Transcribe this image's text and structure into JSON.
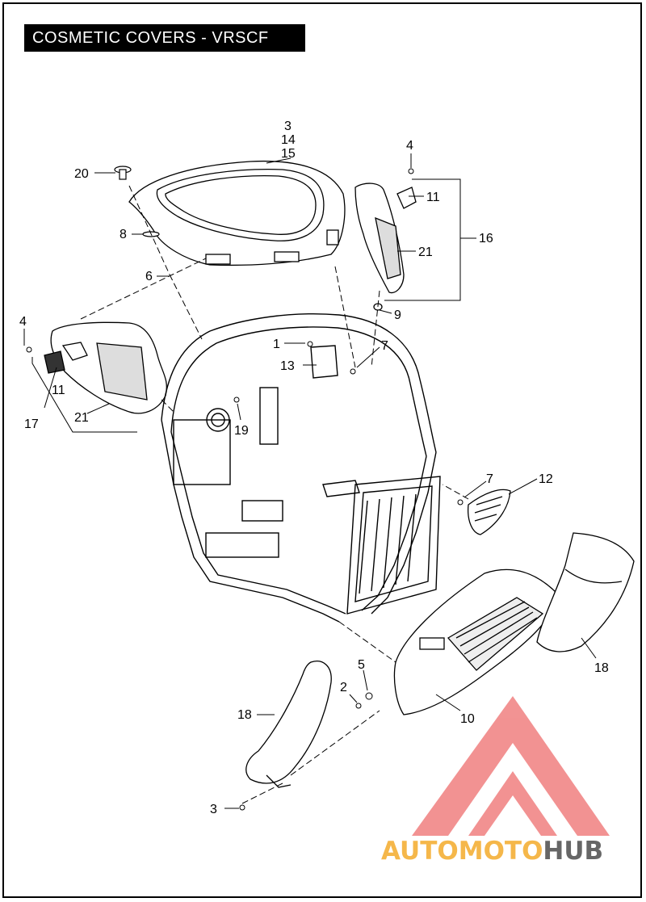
{
  "title": "COSMETIC COVERS - VRSCF",
  "callouts": [
    {
      "id": "c3a",
      "text": "3"
    },
    {
      "id": "c14",
      "text": "14"
    },
    {
      "id": "c15",
      "text": "15"
    },
    {
      "id": "c20",
      "text": "20"
    },
    {
      "id": "c8",
      "text": "8"
    },
    {
      "id": "c6",
      "text": "6"
    },
    {
      "id": "c4a",
      "text": "4"
    },
    {
      "id": "c11a",
      "text": "11"
    },
    {
      "id": "c16",
      "text": "16"
    },
    {
      "id": "c21a",
      "text": "21"
    },
    {
      "id": "c9",
      "text": "9"
    },
    {
      "id": "c4b",
      "text": "4"
    },
    {
      "id": "c11b",
      "text": "11"
    },
    {
      "id": "c21b",
      "text": "21"
    },
    {
      "id": "c17",
      "text": "17"
    },
    {
      "id": "c1",
      "text": "1"
    },
    {
      "id": "c7a",
      "text": "7"
    },
    {
      "id": "c13",
      "text": "13"
    },
    {
      "id": "c19",
      "text": "19"
    },
    {
      "id": "c7b",
      "text": "7"
    },
    {
      "id": "c12",
      "text": "12"
    },
    {
      "id": "c18a",
      "text": "18"
    },
    {
      "id": "c5",
      "text": "5"
    },
    {
      "id": "c2",
      "text": "2"
    },
    {
      "id": "c10",
      "text": "10"
    },
    {
      "id": "c18b",
      "text": "18"
    },
    {
      "id": "c3b",
      "text": "3"
    }
  ],
  "watermark": {
    "part1": "AUTO",
    "part2": "MOTO",
    "part3": "HUB",
    "color_primary": "#f08080",
    "color_text": "#f5b74a",
    "color_hub": "#666666"
  }
}
